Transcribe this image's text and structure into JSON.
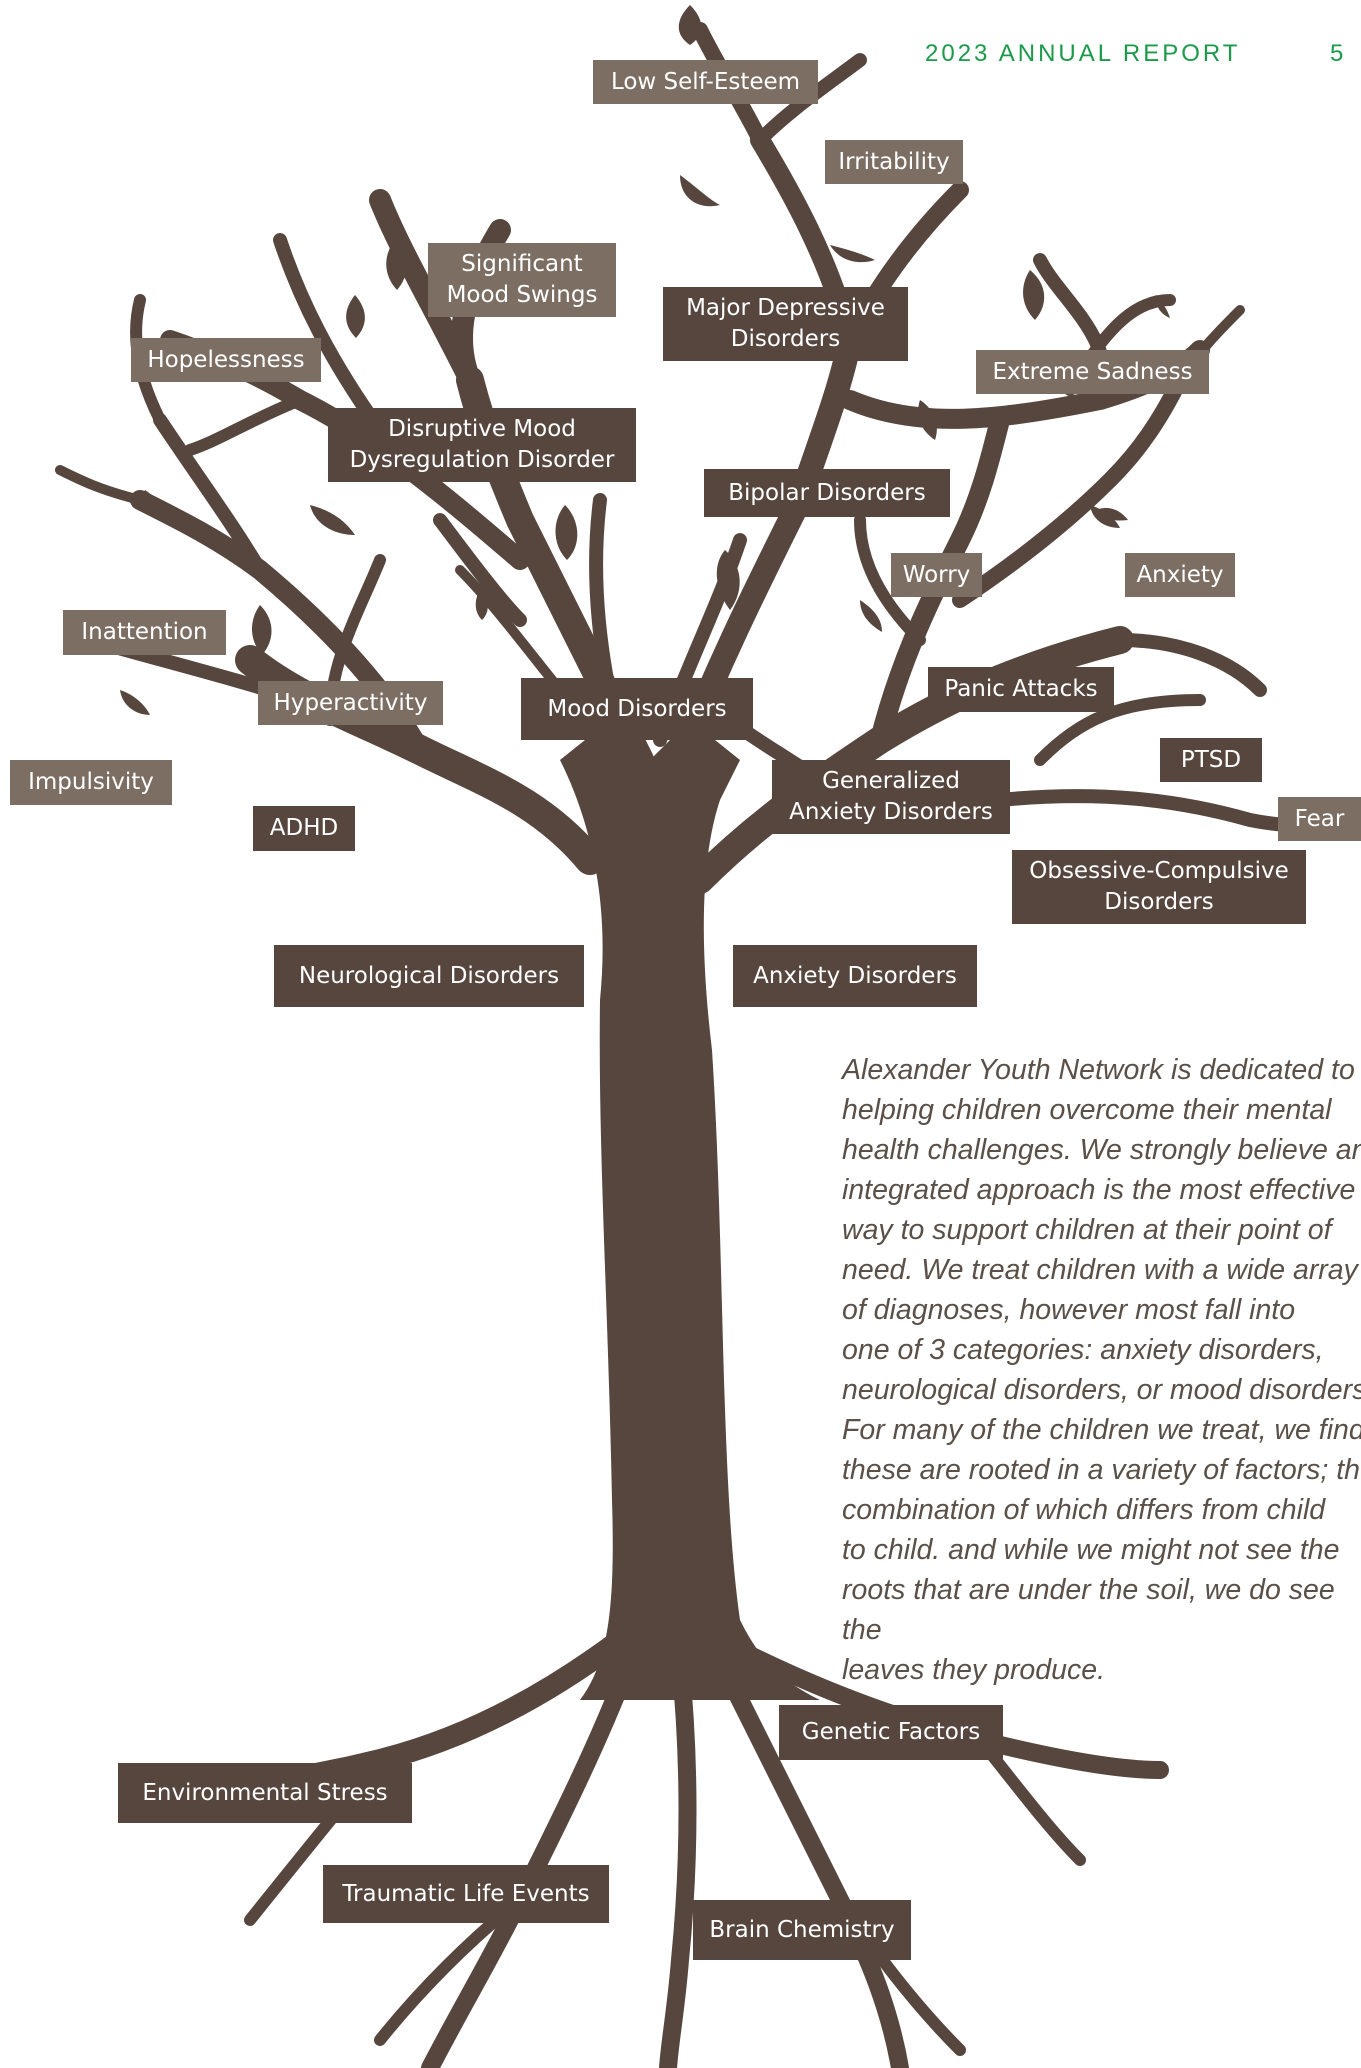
{
  "header": {
    "title": "2023 ANNUAL REPORT",
    "page_number": "5"
  },
  "colors": {
    "trunk": "#56463e",
    "label_dark": "#56463e",
    "label_light": "#7c6e63",
    "accent": "#1b9a4a"
  },
  "tree": {
    "root_categories": {
      "mood": "Mood Disorders",
      "neuro": "Neurological Disorders",
      "anxiety": "Anxiety Disorders"
    },
    "mood_branch": {
      "mdd": "Major Depressive\nDisorders",
      "bipolar": "Bipolar Disorders",
      "dmdd": "Disruptive Mood\nDysregulation Disorder",
      "symptoms": {
        "low_self_esteem": "Low Self-Esteem",
        "irritability": "Irritability",
        "mood_swings": "Significant\nMood Swings",
        "hopelessness": "Hopelessness",
        "extreme_sadness": "Extreme Sadness"
      }
    },
    "neuro_branch": {
      "adhd": "ADHD",
      "symptoms": {
        "inattention": "Inattention",
        "hyperactivity": "Hyperactivity",
        "impulsivity": "Impulsivity"
      }
    },
    "anxiety_branch": {
      "gad": "Generalized\nAnxiety Disorders",
      "ocd": "Obsessive-Compulsive\nDisorders",
      "panic": "Panic Attacks",
      "ptsd": "PTSD",
      "symptoms": {
        "worry": "Worry",
        "anxiety": "Anxiety",
        "fear": "Fear"
      }
    },
    "roots": {
      "environmental": "Environmental Stress",
      "traumatic": "Traumatic Life Events",
      "genetic": "Genetic Factors",
      "brain": "Brain Chemistry"
    }
  },
  "paragraph": "Alexander Youth Network is dedicated to\nhelping children overcome their mental\nhealth challenges. We strongly believe an\nintegrated approach is the most effective\nway to support children at their point of\nneed. We treat children with a wide array\nof diagnoses, however most fall into\none of 3 categories: anxiety disorders,\nneurological disorders, or mood disorders.\nFor many of the children we treat, we find\nthese are rooted in a variety of factors; the\ncombination of which differs from child\nto child. and while we might not see the\nroots that are under the soil, we do see the\nleaves they produce."
}
